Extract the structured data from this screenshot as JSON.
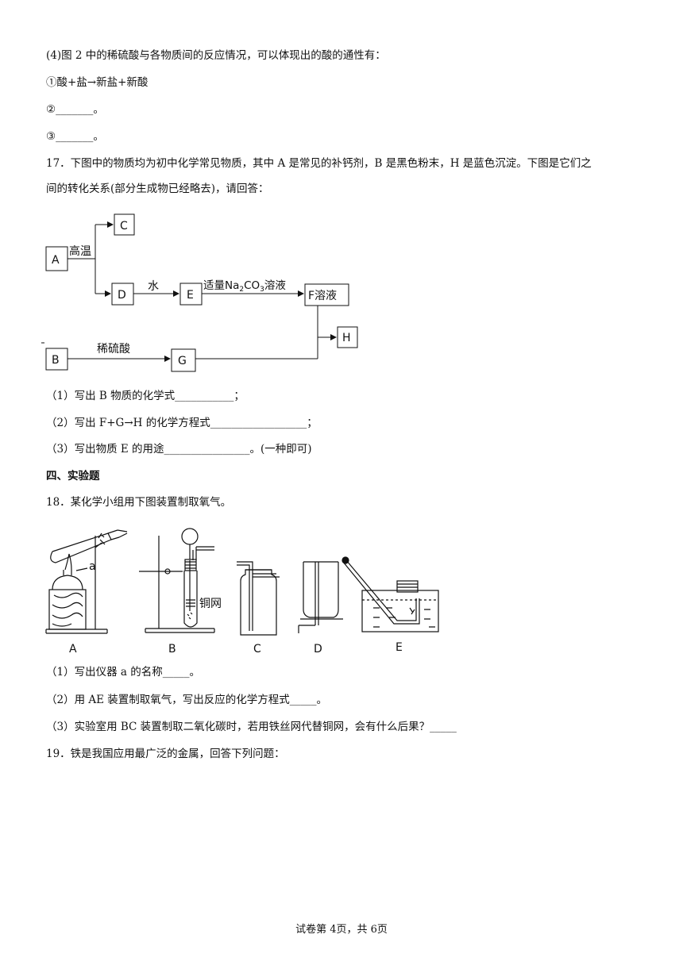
{
  "q16_continued": {
    "intro": "(4)图 2 中的稀硫酸与各物质间的反应情况，可以体现出的酸的通性有：",
    "item1": "①酸+盐→新盐+新酸",
    "item2": "②_______。",
    "item3": "③_______。"
  },
  "q17": {
    "stem_line1": "17．下图中的物质均为初中化学常见物质，其中 A 是常见的补钙剂，B 是黑色粉末，H 是蓝色沉淀。下图是它们之",
    "stem_line2": "间的转化关系(部分生成物已经略去)，请回答：",
    "diagram": {
      "box_A": "A",
      "box_B": "B",
      "box_C": "C",
      "box_D": "D",
      "box_E": "E",
      "box_F": "F溶液",
      "box_G": "G",
      "box_H": "H",
      "label_high_temp": "高温",
      "label_water": "水",
      "label_na2co3_prefix": "适量Na",
      "label_na2co3_sub1": "2",
      "label_na2co3_mid": "CO",
      "label_na2co3_sub2": "3",
      "label_na2co3_suffix": "溶液",
      "label_dilute_h2so4": "稀硫酸"
    },
    "sub1": "（1）写出 B 物质的化学式___________；",
    "sub2": "（2）写出 F+G→H 的化学方程式__________________；",
    "sub3": "（3）写出物质 E 的用途________________。(一种即可)"
  },
  "section4_title": "四、实验题",
  "q18": {
    "stem": "18．某化学小组用下图装置制取氧气。",
    "apparatus": {
      "label_A": "A",
      "label_B": "B",
      "label_C": "C",
      "label_D": "D",
      "label_E": "E",
      "label_a": "a",
      "label_copper_mesh": "铜网"
    },
    "sub1": "（1）写出仪器 a 的名称_____。",
    "sub2": "（2）用 AE 装置制取氧气，写出反应的化学方程式_____。",
    "sub3": "（3）实验室用 BC 装置制取二氧化碳时，若用铁丝网代替铜网，会有什么后果？_____"
  },
  "q19": {
    "stem": "19．铁是我国应用最广泛的金属，回答下列问题："
  },
  "footer": "试卷第 4页，共 6页"
}
